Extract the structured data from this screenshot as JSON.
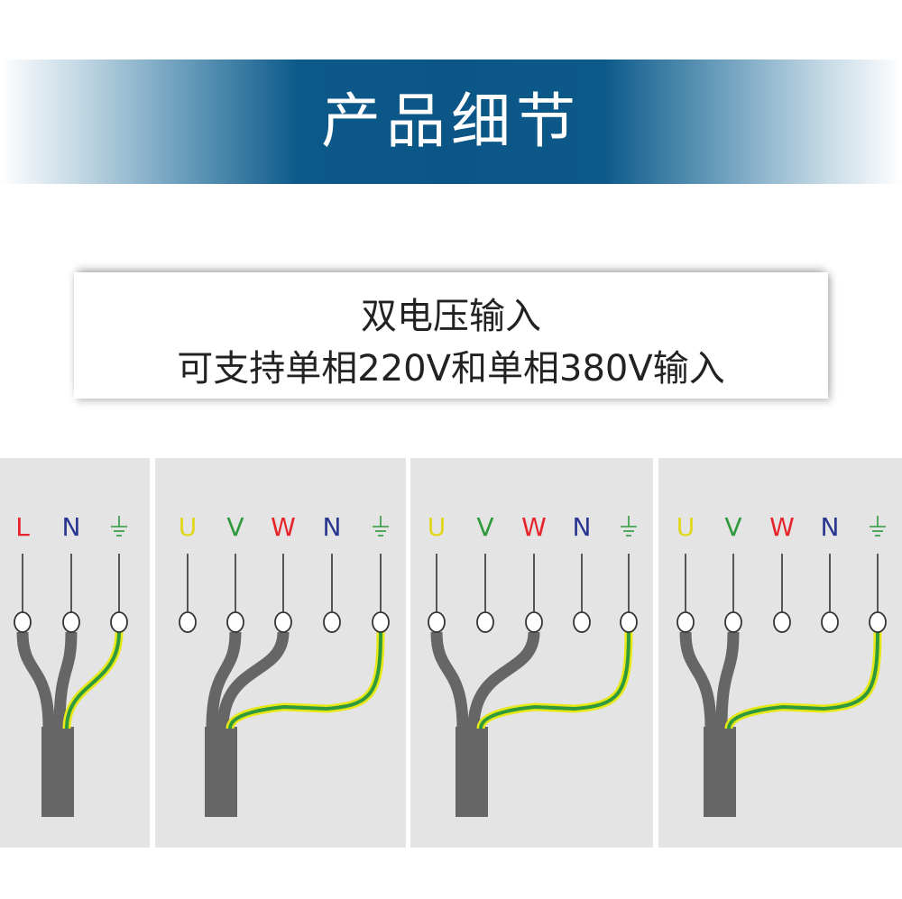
{
  "header": {
    "title": "产品细节"
  },
  "info": {
    "line1": "双电压输入",
    "line2": "可支持单相220V和单相380V输入"
  },
  "colors": {
    "banner_blue": "#0b5686",
    "panel_bg": "#e4e4e4",
    "cable_gray": "#666666",
    "ground_green": "#2e9a3c",
    "ground_yellow": "#e8e817",
    "label_red": "#e5242b",
    "label_blue": "#2a3590",
    "label_green": "#2e9a3c",
    "label_yellow": "#e3d619"
  },
  "diagrams": [
    {
      "labels": [
        "L",
        "N",
        "⏚"
      ],
      "label_colors": [
        "#e5242b",
        "#2a3590",
        "#2e9a3c"
      ]
    },
    {
      "labels": [
        "U",
        "V",
        "W",
        "N",
        "⏚"
      ],
      "label_colors": [
        "#e3d619",
        "#2e9a3c",
        "#e5242b",
        "#2a3590",
        "#2e9a3c"
      ]
    },
    {
      "labels": [
        "U",
        "V",
        "W",
        "N",
        "⏚"
      ],
      "label_colors": [
        "#e3d619",
        "#2e9a3c",
        "#e5242b",
        "#2a3590",
        "#2e9a3c"
      ]
    },
    {
      "labels": [
        "U",
        "V",
        "W",
        "N",
        "⏚"
      ],
      "label_colors": [
        "#e3d619",
        "#2e9a3c",
        "#e5242b",
        "#2a3590",
        "#2e9a3c"
      ]
    }
  ]
}
